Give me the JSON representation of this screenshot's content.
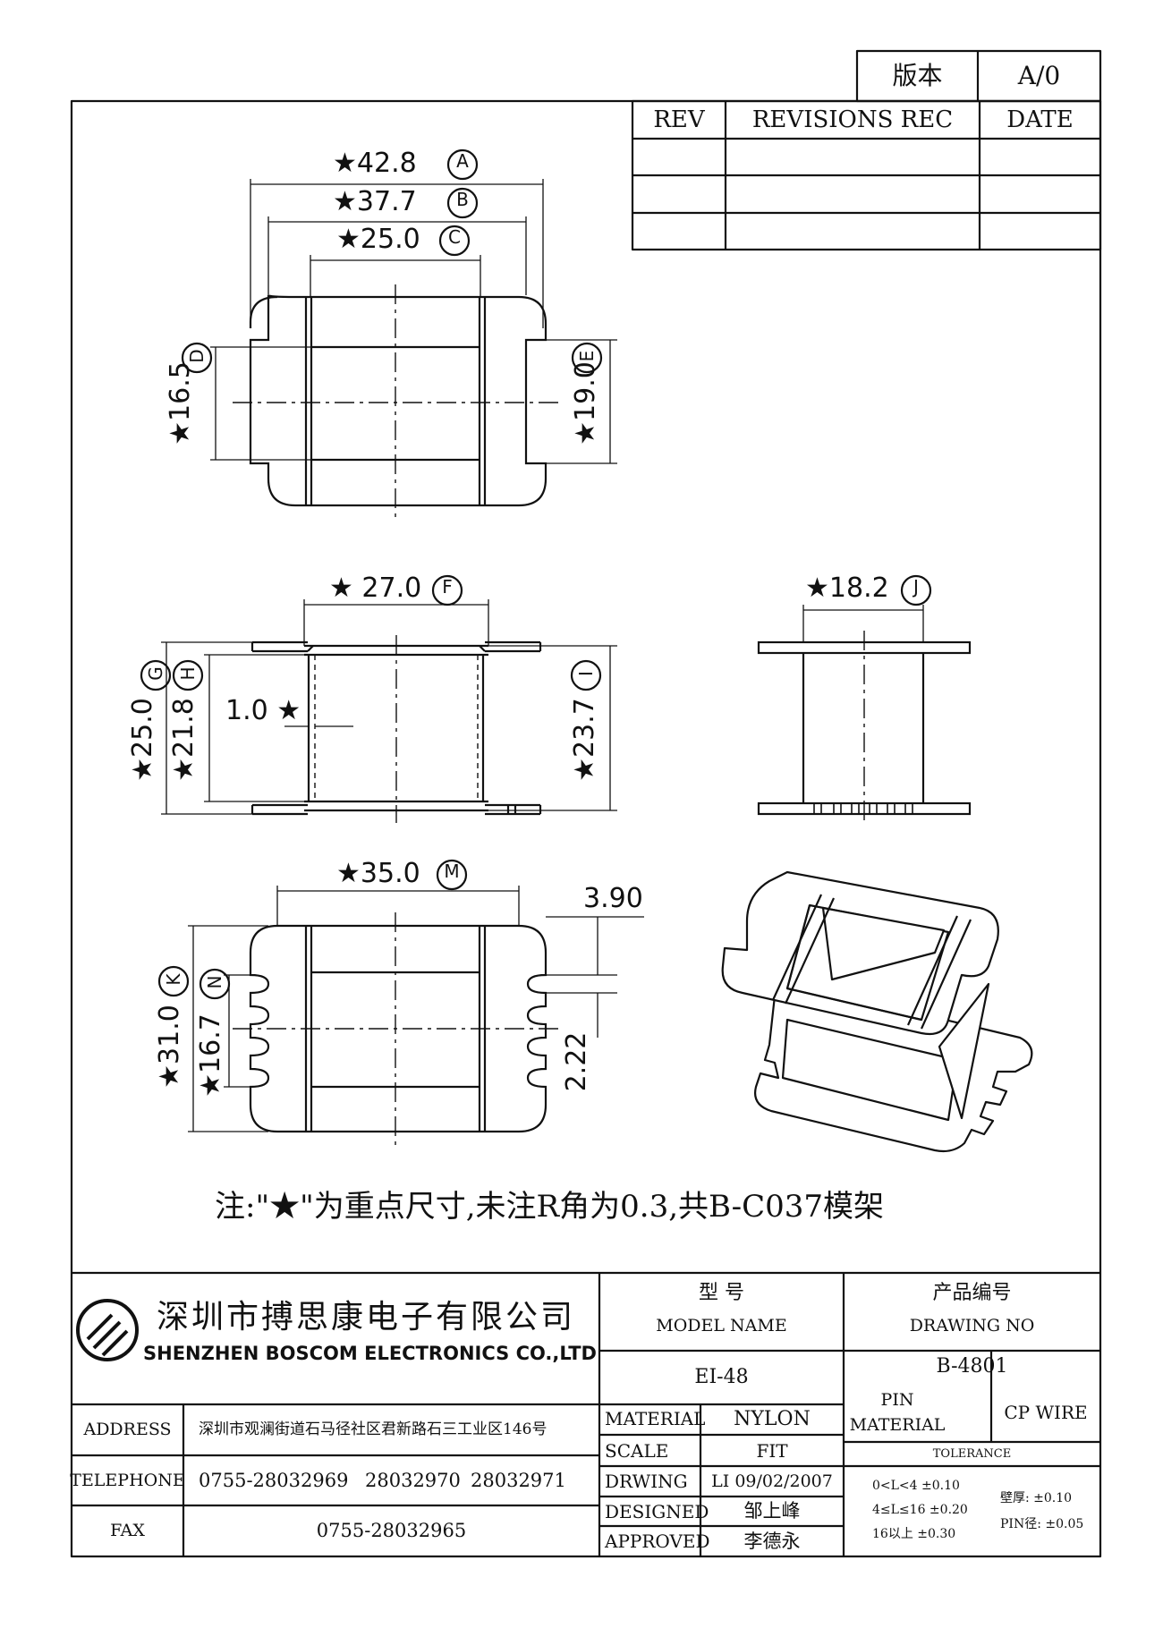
{
  "version": {
    "label": "版本",
    "value": "A/0"
  },
  "revisions": {
    "rev": "REV",
    "rec": "REVISIONS REC",
    "date": "DATE"
  },
  "dims": {
    "a": "★42.8",
    "b": "★37.7",
    "c": "★25.0",
    "d": "★16.5",
    "e": "★19.0",
    "f": "★ 27.0",
    "g": "★25.0",
    "h": "★21.8",
    "i": "★23.7",
    "thick": "1.0 ★",
    "j": "★18.2",
    "m": "★35.0",
    "k": "★31.0",
    "n": "★16.7",
    "pin_w": "3.90",
    "pitch": "2.22"
  },
  "circle_letters": {
    "a": "A",
    "b": "B",
    "c": "C",
    "d": "D",
    "e": "E",
    "f": "F",
    "g": "G",
    "h": "H",
    "i": "I",
    "j": "J",
    "m": "M",
    "k": "K",
    "n": "N"
  },
  "note": "注:\"★\"为重点尺寸,未注R角为0.3,共B-C037模架",
  "company": {
    "cn": "深圳市搏思康电子有限公司",
    "en": "SHENZHEN BOSCOM ELECTRONICS CO.,LTD"
  },
  "model": {
    "label_cn": "型   号",
    "label_en": "MODEL NAME",
    "value": "EI-48"
  },
  "drawing": {
    "label_cn": "产品编号",
    "label_en": "DRAWING NO",
    "value": "B-4801"
  },
  "address": {
    "label": "ADDRESS",
    "value": "深圳市观澜街道石马径社区君新路石三工业区146号"
  },
  "telephone": {
    "label": "TELEPHONE",
    "values": [
      "0755-28032969",
      "28032970",
      "28032971"
    ]
  },
  "fax": {
    "label": "FAX",
    "value": "0755-28032965"
  },
  "material": {
    "label": "MATERIAL",
    "value": "NYLON"
  },
  "scale": {
    "label": "SCALE",
    "value": "FIT"
  },
  "drwing": {
    "label": "DRWING",
    "value": "LI 09/02/2007"
  },
  "designed": {
    "label": "DESIGNED",
    "value": "邹上峰"
  },
  "approved": {
    "label": "APPROVED",
    "value": "李德永"
  },
  "pin": {
    "label1": "PIN",
    "label2": "MATERIAL",
    "value": "CP WIRE"
  },
  "tolerance": {
    "label": "TOLERANCE",
    "rows": [
      "0<L<4    ±0.10",
      "4≤L≤16  ±0.20",
      "16以上    ±0.30"
    ],
    "wall": "壁厚:  ±0.10",
    "pin_dia": "PIN径: ±0.05"
  }
}
